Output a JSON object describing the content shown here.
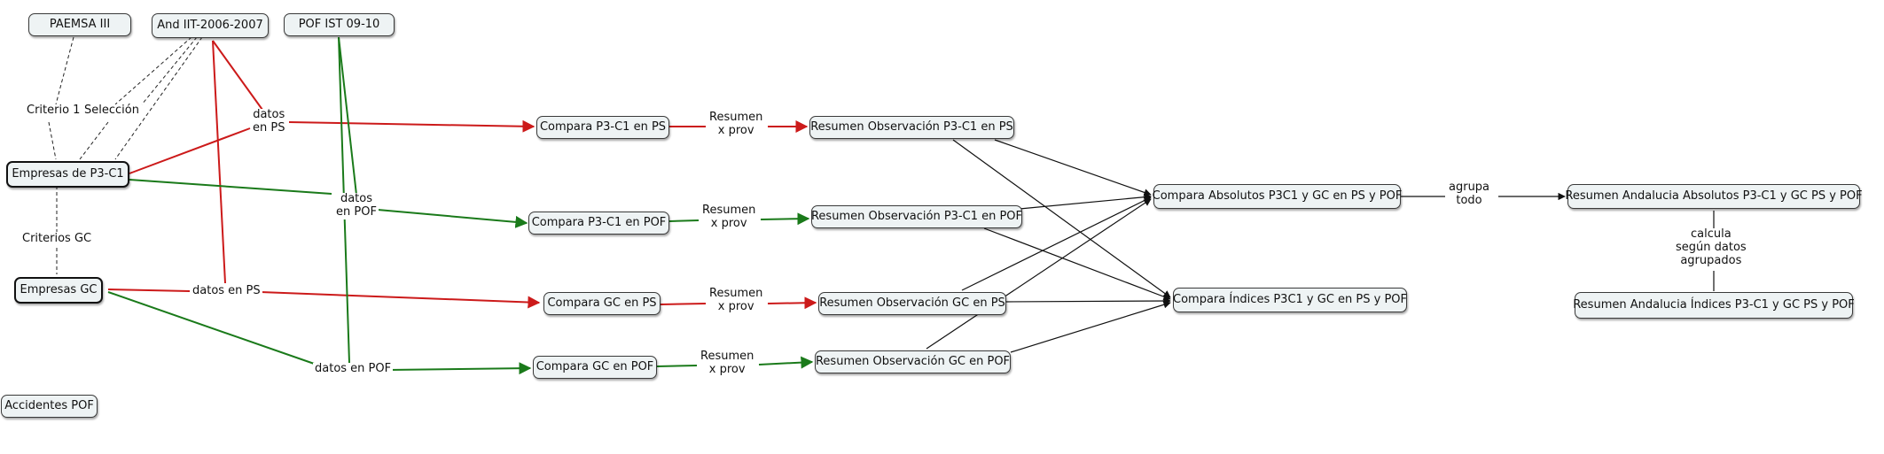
{
  "diagram": {
    "type": "concept-map",
    "nodes": [
      {
        "id": "paemsa",
        "label": "PAEMSA III"
      },
      {
        "id": "and",
        "label": "And IIT-2006-2007"
      },
      {
        "id": "pof",
        "label": "POF IST 09-10"
      },
      {
        "id": "emp_p3",
        "label": "Empresas de P3-C1"
      },
      {
        "id": "emp_gc",
        "label": "Empresas GC"
      },
      {
        "id": "acc",
        "label": "Accidentes POF"
      },
      {
        "id": "cmp_p3_ps",
        "label": "Compara P3-C1 en PS"
      },
      {
        "id": "cmp_p3_pof",
        "label": "Compara P3-C1 en POF"
      },
      {
        "id": "cmp_gc_ps",
        "label": "Compara GC en PS"
      },
      {
        "id": "cmp_gc_pof",
        "label": "Compara GC en POF"
      },
      {
        "id": "res_p3_ps",
        "label": "Resumen Observación P3-C1 en PS"
      },
      {
        "id": "res_p3_pof",
        "label": "Resumen Observación P3-C1 en POF"
      },
      {
        "id": "res_gc_ps",
        "label": "Resumen Observación GC en PS"
      },
      {
        "id": "res_gc_pof",
        "label": "Resumen Observación GC en POF"
      },
      {
        "id": "cmp_abs",
        "label": "Compara Absolutos P3C1 y GC en PS y POF"
      },
      {
        "id": "cmp_idx",
        "label": "Compara Índices P3C1 y GC en PS y POF"
      },
      {
        "id": "res_and_abs",
        "label": "Resumen Andalucia Absolutos P3-C1 y GC PS y POF"
      },
      {
        "id": "res_and_idx",
        "label": "Resumen Andalucia Índices P3-C1 y GC PS y POF"
      }
    ],
    "link_labels": {
      "criterio1": "Criterio 1",
      "seleccion": "Selección",
      "criterios_gc": "Criterios GC",
      "datos_ps_p3": "datos\nen PS",
      "datos_pof_p3": "datos\nen POF",
      "datos_ps_gc": "datos en PS",
      "datos_pof_gc": "datos en POF",
      "resumen_1": "Resumen\nx prov",
      "resumen_2": "Resumen\nx prov",
      "resumen_3": "Resumen\nx prov",
      "resumen_4": "Resumen\nx prov",
      "agrupa": "agrupa\ntodo",
      "calcula": "calcula\nsegún datos\nagrupados"
    },
    "colors": {
      "red": "#cc1a1a",
      "green": "#1a7a1a",
      "black": "#111111",
      "node_fill": "#eef3f4"
    }
  }
}
